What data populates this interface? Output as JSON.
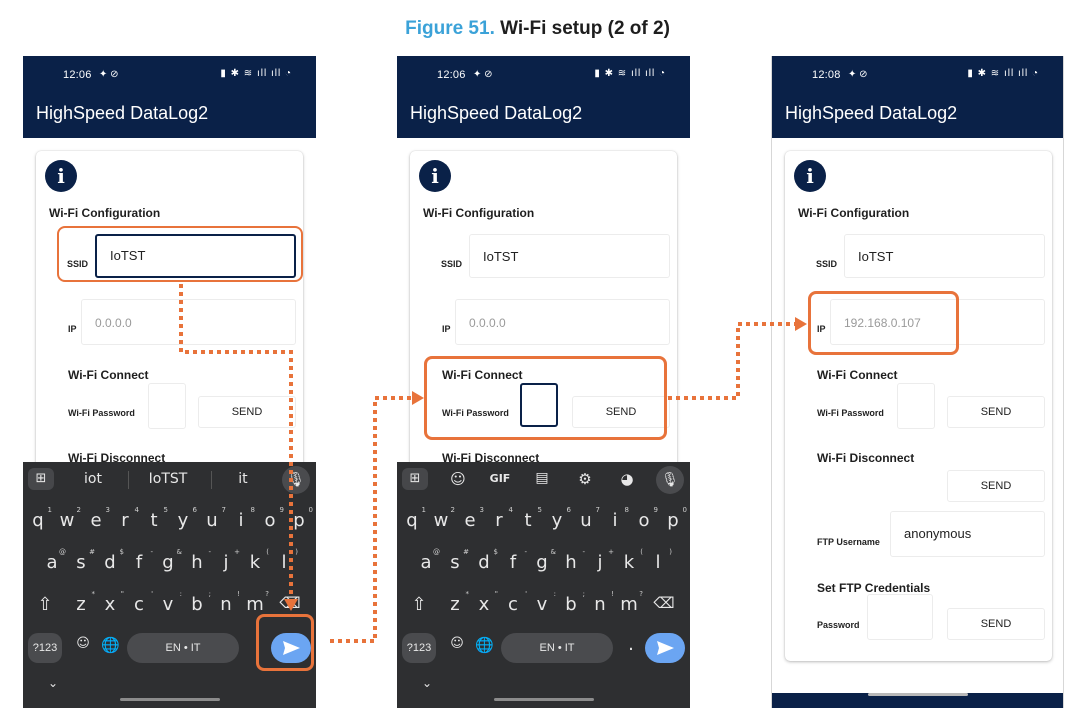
{
  "figure": {
    "number": "Figure 51.",
    "caption": "Wi-Fi setup (2 of 2)"
  },
  "colors": {
    "appbar": "#0a2148",
    "accent_orange": "#e8733b",
    "fig_blue": "#3ba2d8",
    "keyboard_bg": "#2e2f31",
    "send_key": "#6ba5f2"
  },
  "phones": [
    {
      "time": "12:06",
      "app_title": "HighSpeed DataLog2",
      "wifi_config_title": "Wi-Fi Configuration",
      "ssid_label": "SSID",
      "ssid_value": "IoTST",
      "ip_label": "IP",
      "ip_placeholder": "0.0.0.0",
      "wifi_connect_title": "Wi-Fi Connect",
      "wifi_password_label": "Wi-Fi Password",
      "send_label": "SEND",
      "wifi_disconnect_title": "Wi-Fi Disconnect",
      "keyboard": {
        "suggestions": [
          "iot",
          "IoTST",
          "it"
        ],
        "lang": "EN • IT",
        "numbers_key": "?123"
      }
    },
    {
      "time": "12:06",
      "app_title": "HighSpeed DataLog2",
      "wifi_config_title": "Wi-Fi Configuration",
      "ssid_label": "SSID",
      "ssid_value": "IoTST",
      "ip_label": "IP",
      "ip_placeholder": "0.0.0.0",
      "wifi_connect_title": "Wi-Fi Connect",
      "wifi_password_label": "Wi-Fi Password",
      "send_label": "SEND",
      "wifi_disconnect_title": "Wi-Fi Disconnect",
      "keyboard": {
        "gif_label": "GIF",
        "lang": "EN • IT",
        "numbers_key": "?123"
      }
    },
    {
      "time": "12:08",
      "app_title": "HighSpeed DataLog2",
      "wifi_config_title": "Wi-Fi Configuration",
      "ssid_label": "SSID",
      "ssid_value": "IoTST",
      "ip_label": "IP",
      "ip_value": "192.168.0.107",
      "wifi_connect_title": "Wi-Fi Connect",
      "wifi_password_label": "Wi-Fi Password",
      "send_label": "SEND",
      "wifi_disconnect_title": "Wi-Fi Disconnect",
      "ftp_username_label": "FTP Username",
      "ftp_username_value": "anonymous",
      "ftp_credentials_title": "Set FTP Credentials",
      "password_label": "Password"
    }
  ],
  "keyboard_rows": {
    "row1": [
      [
        "q",
        "1"
      ],
      [
        "w",
        "2"
      ],
      [
        "e",
        "3"
      ],
      [
        "r",
        "4"
      ],
      [
        "t",
        "5"
      ],
      [
        "y",
        "6"
      ],
      [
        "u",
        "7"
      ],
      [
        "i",
        "8"
      ],
      [
        "o",
        "9"
      ],
      [
        "p",
        "0"
      ]
    ],
    "row2": [
      [
        "a",
        "@"
      ],
      [
        "s",
        "#"
      ],
      [
        "d",
        "$"
      ],
      [
        "f",
        "-"
      ],
      [
        "g",
        "&"
      ],
      [
        "h",
        "-"
      ],
      [
        "j",
        "+"
      ],
      [
        "k",
        "("
      ],
      [
        "l",
        ")"
      ]
    ],
    "row3": [
      [
        "z",
        "*"
      ],
      [
        "x",
        "\""
      ],
      [
        "c",
        "'"
      ],
      [
        "v",
        ":"
      ],
      [
        "b",
        ";"
      ],
      [
        "n",
        "!"
      ],
      [
        "m",
        "?"
      ]
    ]
  }
}
